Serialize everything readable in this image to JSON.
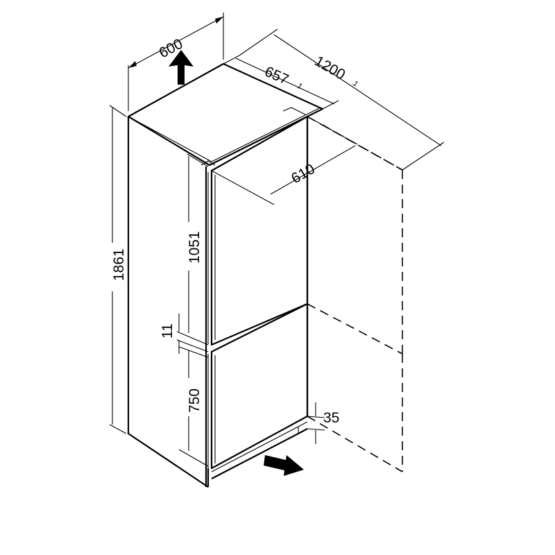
{
  "dimensions": {
    "width": "600",
    "depth": "657",
    "depth_note": "1",
    "depth_open": "1200",
    "depth_open_note": "1",
    "door_depth": "610",
    "height_total": "1861",
    "upper_door": "1051",
    "gap": "11",
    "lower_door": "750",
    "plinth": "35"
  },
  "markers": {
    "top_arrow": "arrow-up-icon",
    "bottom_arrow": "arrow-right-icon"
  },
  "colors": {
    "line": "#000000",
    "background": "#ffffff"
  }
}
